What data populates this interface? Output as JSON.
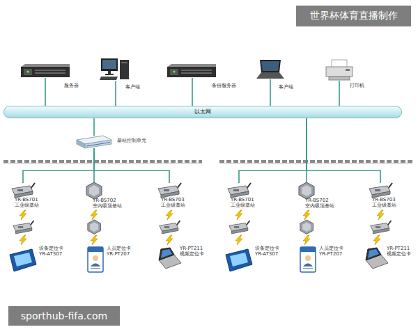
{
  "diagram": {
    "nodes": [
      {
        "text": [
          "服务器"
        ]
      },
      {
        "text": [
          "客户端"
        ]
      },
      {
        "text": [
          "备份服务器"
        ]
      },
      {
        "text": [
          "客户端"
        ]
      },
      {
        "text": [
          "打印机"
        ]
      },
      {
        "text": [
          "以太网"
        ]
      },
      {
        "text": [
          "基站控制单元"
        ]
      },
      {
        "text": [
          "YR-BS701",
          "工业级基站"
        ]
      },
      {
        "text": [
          "YR-BS702",
          "室内吸顶基站"
        ]
      },
      {
        "text": [
          "YR-BS703",
          "工业级基站"
        ]
      },
      {
        "text": [
          "设备定位卡",
          "YR-AT307"
        ]
      },
      {
        "text": [
          "人员定位卡",
          "YR-PT207"
        ]
      },
      {
        "text": [
          "YR-PT211",
          "视频定位卡"
        ]
      },
      {
        "text": [
          "YR-BS701",
          "工业级基站"
        ]
      },
      {
        "text": [
          "YR-BS702",
          "室内吸顶基站"
        ]
      },
      {
        "text": [
          "YR-BS703",
          "工业级基站"
        ]
      },
      {
        "text": [
          "设备定位卡",
          "YR-AT307"
        ]
      },
      {
        "text": [
          "人员定位卡",
          "YR-PT207"
        ]
      },
      {
        "text": [
          "YR-PT211",
          "视频定位卡"
        ]
      }
    ],
    "edges": [
      {
        "from": 0,
        "to": 5,
        "arrow": "none"
      },
      {
        "from": 1,
        "to": 5,
        "arrow": "none"
      },
      {
        "from": 2,
        "to": 5,
        "arrow": "none"
      },
      {
        "from": 3,
        "to": 5,
        "arrow": "none"
      },
      {
        "from": 4,
        "to": 5,
        "arrow": "none"
      },
      {
        "from": 5,
        "to": 6,
        "arrow": "none"
      },
      {
        "from": 6,
        "to": 7,
        "arrow": "none"
      },
      {
        "from": 6,
        "to": 8,
        "arrow": "none"
      },
      {
        "from": 6,
        "to": 9,
        "arrow": "none"
      },
      {
        "from": 5,
        "to": 13,
        "arrow": "none"
      },
      {
        "from": 5,
        "to": 14,
        "arrow": "none"
      },
      {
        "from": 5,
        "to": 15,
        "arrow": "none"
      }
    ],
    "labels": [
      "世界杯体育直播制作",
      "sporthub-fifa.com"
    ]
  }
}
